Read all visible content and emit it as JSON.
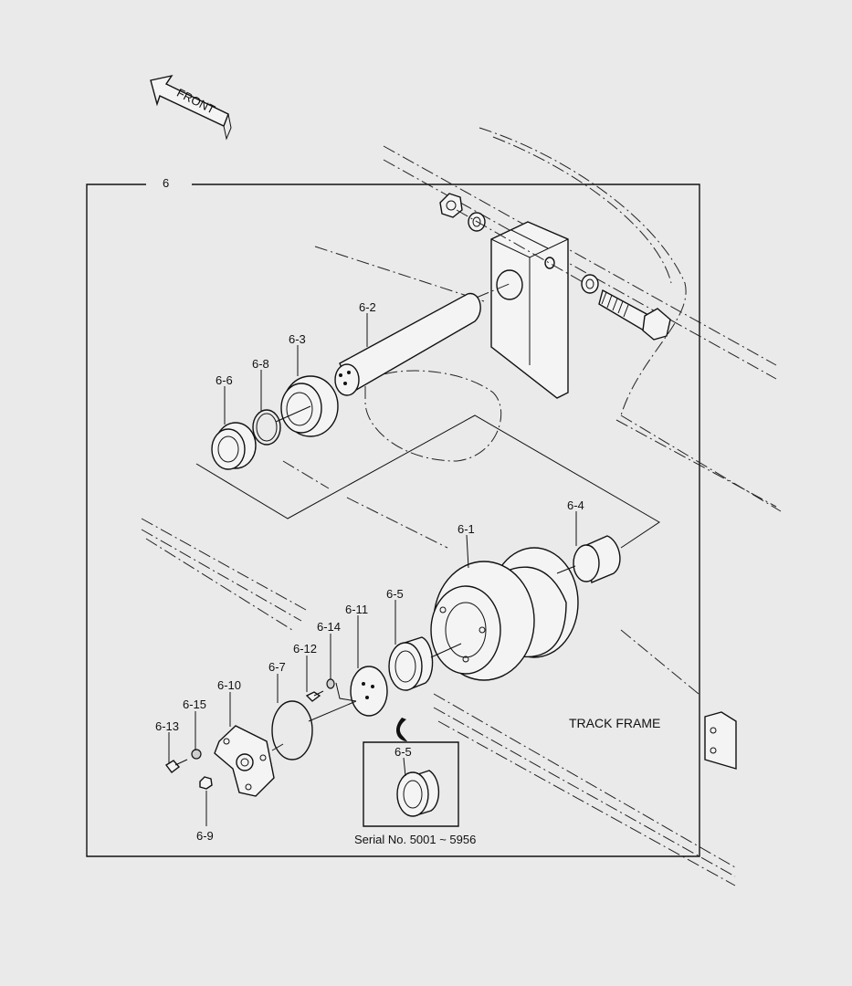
{
  "diagram": {
    "front_label": "FRONT",
    "group_label": "6",
    "track_frame_label": "TRACK FRAME",
    "serial_label": "Serial No. 5001 ~ 5956",
    "parts": {
      "p6_1": "6-1",
      "p6_2": "6-2",
      "p6_3": "6-3",
      "p6_4": "6-4",
      "p6_5": "6-5",
      "p6_5_inset": "6-5",
      "p6_6": "6-6",
      "p6_7": "6-7",
      "p6_8": "6-8",
      "p6_9": "6-9",
      "p6_10": "6-10",
      "p6_11": "6-11",
      "p6_12": "6-12",
      "p6_13": "6-13",
      "p6_14": "6-14",
      "p6_15": "6-15"
    }
  }
}
